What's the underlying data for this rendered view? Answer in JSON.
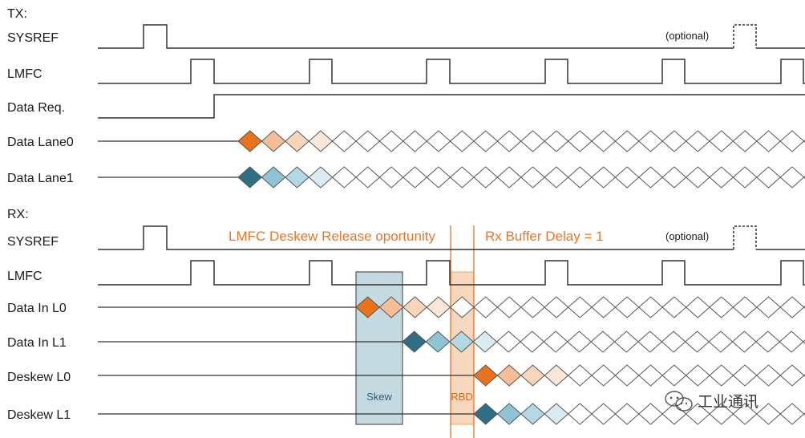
{
  "tx": {
    "heading": "TX:",
    "sysref": "SYSREF",
    "lmfc": "LMFC",
    "data_req": "Data Req.",
    "lane0": "Data Lane0",
    "lane1": "Data Lane1",
    "optional": "(optional)"
  },
  "rx": {
    "heading": "RX:",
    "sysref": "SYSREF",
    "lmfc": "LMFC",
    "in_l0": "Data In L0",
    "in_l1": "Data In L1",
    "deskew_l0": "Deskew L0",
    "deskew_l1": "Deskew L1",
    "optional": "(optional)",
    "release_label": "LMFC Deskew Release oportunity",
    "buffer_label": "Rx Buffer Delay = 1",
    "skew_label": "Skew",
    "rbd_label": "RBD"
  },
  "watermark": {
    "text": "工业通讯"
  },
  "colors": {
    "orange_shades": [
      "#e8731c",
      "#f4bf96",
      "#f8d5bb",
      "#fbe7d8"
    ],
    "teal_shades": [
      "#2e6f86",
      "#8ec4d4",
      "#b2d8e3",
      "#d8ecf2"
    ],
    "skew_box": "#c5d9e0",
    "rbd_box": "#f5cfb0",
    "orange_text": "#e8772a"
  }
}
